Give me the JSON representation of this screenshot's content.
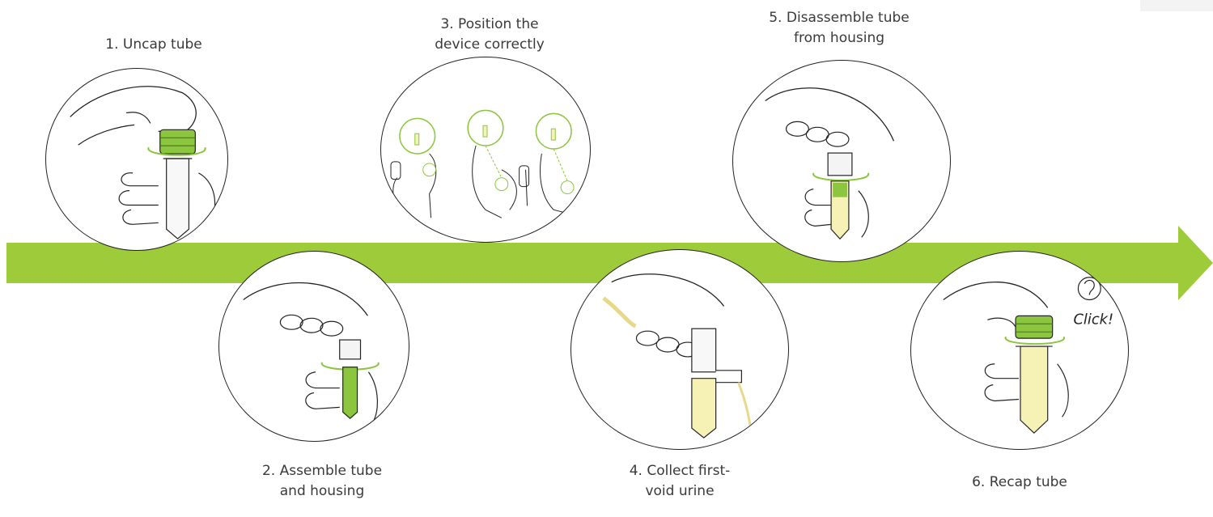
{
  "steps": [
    {
      "label_lines": [
        "1. Uncap tube"
      ],
      "icon": "uncap-tube-illustration"
    },
    {
      "label_lines": [
        "2. Assemble tube",
        "and housing"
      ],
      "icon": "assemble-tube-illustration"
    },
    {
      "label_lines": [
        "3. Position the",
        "device correctly"
      ],
      "icon": "position-device-illustration"
    },
    {
      "label_lines": [
        "4. Collect first-",
        "void urine"
      ],
      "icon": "collect-urine-illustration"
    },
    {
      "label_lines": [
        "5. Disassemble tube",
        "from housing"
      ],
      "icon": "disassemble-tube-illustration"
    },
    {
      "label_lines": [
        "6. Recap tube"
      ],
      "icon": "recap-tube-illustration"
    }
  ],
  "callout": {
    "text": "Click!"
  },
  "colors": {
    "arrow": "#9ecb3a",
    "cap": "#8cc63f",
    "urine": "#f6f2b5",
    "line": "#222222"
  }
}
